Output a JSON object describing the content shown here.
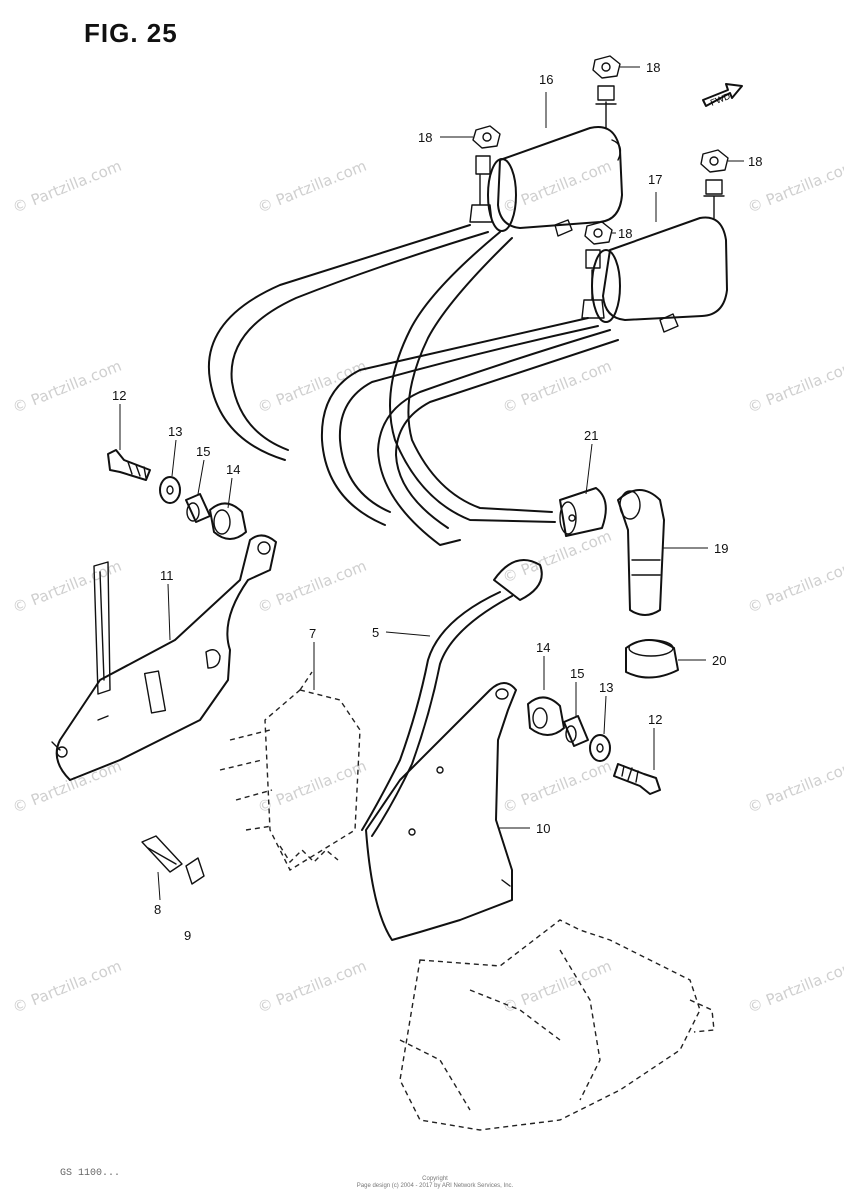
{
  "figure_title": "FIG. 25",
  "direction_marker": "FWD",
  "watermark_text": "© Partzilla.com",
  "footer_left": "GS 1100...",
  "copyright_lines": [
    "Copyright",
    "Page design (c) 2004 - 2017 by ARI Network Services, Inc."
  ],
  "callouts": [
    {
      "id": "c16a",
      "label": "16"
    },
    {
      "id": "c18a",
      "label": "18"
    },
    {
      "id": "c18b",
      "label": "18"
    },
    {
      "id": "c18c",
      "label": "18"
    },
    {
      "id": "c17",
      "label": "17"
    },
    {
      "id": "c18d",
      "label": "18"
    },
    {
      "id": "c12a",
      "label": "12"
    },
    {
      "id": "c13a",
      "label": "13"
    },
    {
      "id": "c15a",
      "label": "15"
    },
    {
      "id": "c14a",
      "label": "14"
    },
    {
      "id": "c21",
      "label": "21"
    },
    {
      "id": "c19",
      "label": "19"
    },
    {
      "id": "c11",
      "label": "11"
    },
    {
      "id": "c7",
      "label": "7"
    },
    {
      "id": "c5",
      "label": "5"
    },
    {
      "id": "c20",
      "label": "20"
    },
    {
      "id": "c14b",
      "label": "14"
    },
    {
      "id": "c15b",
      "label": "15"
    },
    {
      "id": "c13b",
      "label": "13"
    },
    {
      "id": "c12b",
      "label": "12"
    },
    {
      "id": "c10",
      "label": "10"
    },
    {
      "id": "c8",
      "label": "8"
    },
    {
      "id": "c9",
      "label": "9"
    }
  ]
}
